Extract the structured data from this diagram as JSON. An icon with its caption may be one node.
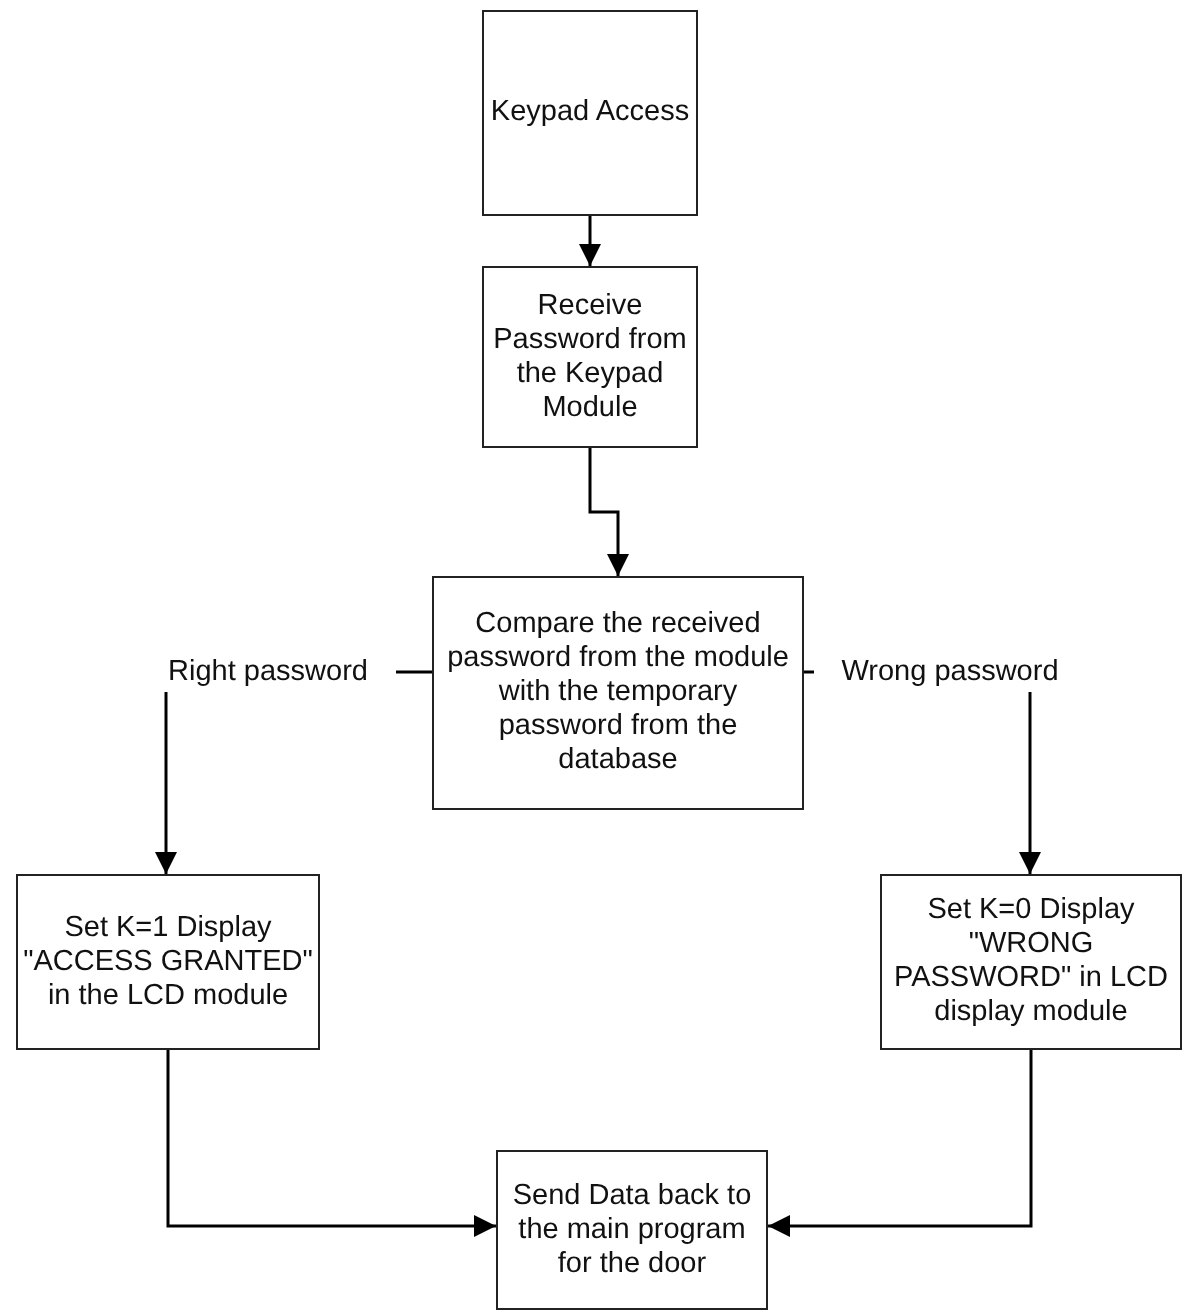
{
  "diagram": {
    "nodes": [
      {
        "text": [
          "Keypad Access"
        ]
      },
      {
        "text": [
          "Receive Password from the Keypad Module"
        ]
      },
      {
        "text": [
          "Compare the received password from the module with the temporary password from the database"
        ]
      },
      {
        "text": [
          "Right password"
        ]
      },
      {
        "text": [
          "Wrong password"
        ]
      },
      {
        "text": [
          "Set K=1 Display \"ACCESS GRANTED\" in the LCD module"
        ]
      },
      {
        "text": [
          "Set K=0 Display \"WRONG PASSWORD\" in LCD display module"
        ]
      },
      {
        "text": [
          "Send Data back to the main program for the door"
        ]
      }
    ],
    "edges": [
      {
        "from": 0,
        "to": 1,
        "arrow": "to"
      },
      {
        "from": 1,
        "to": 2,
        "arrow": "to"
      },
      {
        "from": 2,
        "to": 3,
        "arrow": "none"
      },
      {
        "from": 3,
        "to": 5,
        "arrow": "to"
      },
      {
        "from": 2,
        "to": 4,
        "arrow": "none"
      },
      {
        "from": 4,
        "to": 6,
        "arrow": "to"
      },
      {
        "from": 5,
        "to": 7,
        "arrow": "to"
      },
      {
        "from": 6,
        "to": 7,
        "arrow": "to"
      }
    ]
  }
}
